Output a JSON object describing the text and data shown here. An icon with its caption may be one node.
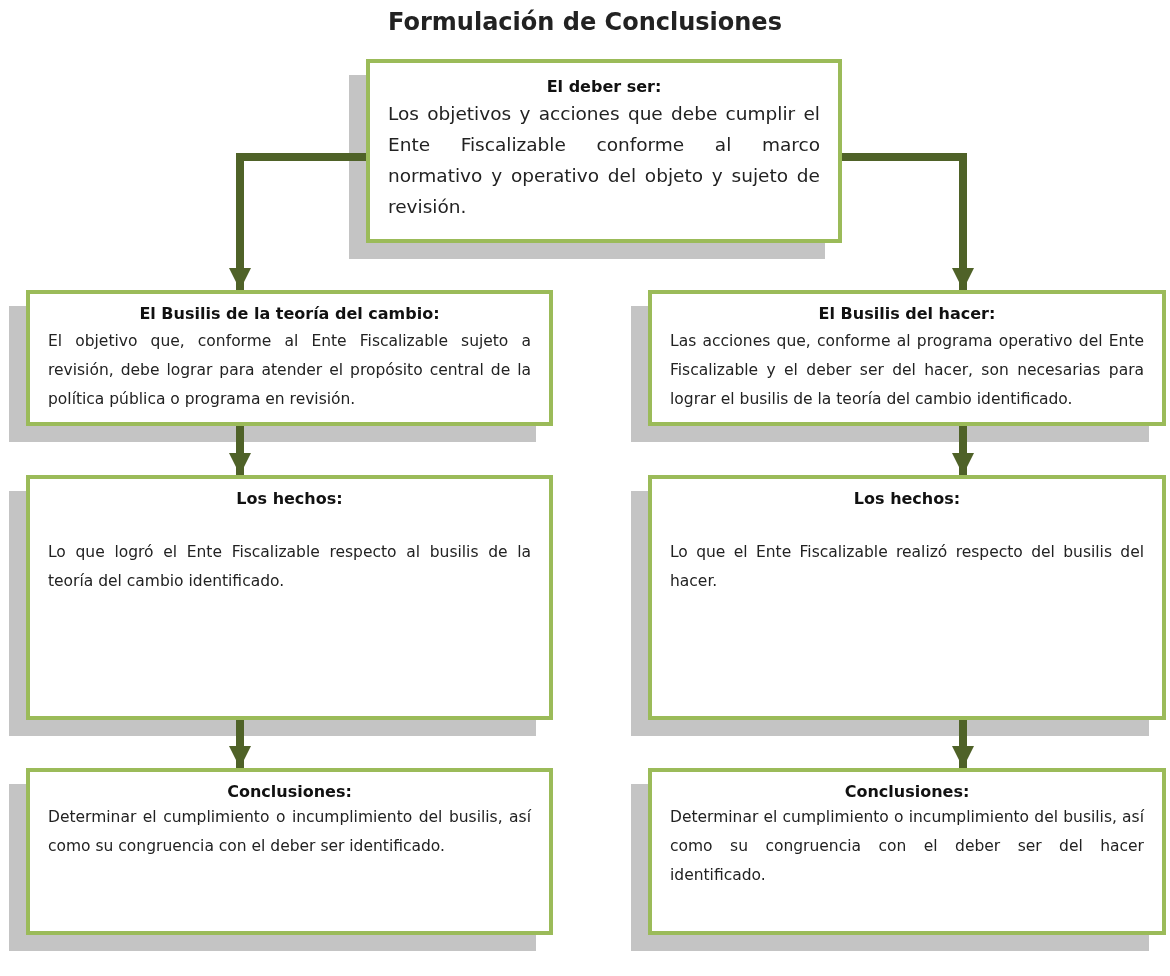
{
  "diagram": {
    "title": "Formulación de Conclusiones",
    "nodes": [
      {
        "text": [
          "El deber ser:",
          "Los objetivos y acciones que debe cumplir el Ente Fiscalizable conforme al marco normativo y operativo del objeto y sujeto de revisión."
        ]
      },
      {
        "text": [
          "El Busilis de la teoría del cambio:",
          "El objetivo que, conforme al Ente Fiscalizable sujeto a revisión, debe lograr para atender el propósito central de la política pública o programa en revisión."
        ]
      },
      {
        "text": [
          "Los hechos:",
          "Lo que logró el Ente Fiscalizable respecto al busilis de la teoría del cambio identificado."
        ]
      },
      {
        "text": [
          "Conclusiones:",
          "Determinar el cumplimiento o incumplimiento del busilis, así como su congruencia con el deber ser identificado."
        ]
      },
      {
        "text": [
          "El Busilis del hacer:",
          "Las acciones que, conforme al programa operativo del Ente Fiscalizable y el deber ser del hacer, son necesarias para lograr el busilis de la teoría del cambio identificado."
        ]
      },
      {
        "text": [
          "Los hechos:",
          "Lo que el Ente Fiscalizable realizó respecto del busilis del hacer."
        ]
      },
      {
        "text": [
          "Conclusiones:",
          "Determinar el cumplimiento o incumplimiento del busilis, así como su congruencia con el deber ser del hacer identificado."
        ]
      }
    ],
    "edges": [
      {
        "from": 0,
        "to": 1,
        "arrow": "to"
      },
      {
        "from": 0,
        "to": 4,
        "arrow": "to"
      },
      {
        "from": 1,
        "to": 2,
        "arrow": "to"
      },
      {
        "from": 2,
        "to": 3,
        "arrow": "to"
      },
      {
        "from": 4,
        "to": 5,
        "arrow": "to"
      },
      {
        "from": 5,
        "to": 6,
        "arrow": "to"
      }
    ]
  }
}
